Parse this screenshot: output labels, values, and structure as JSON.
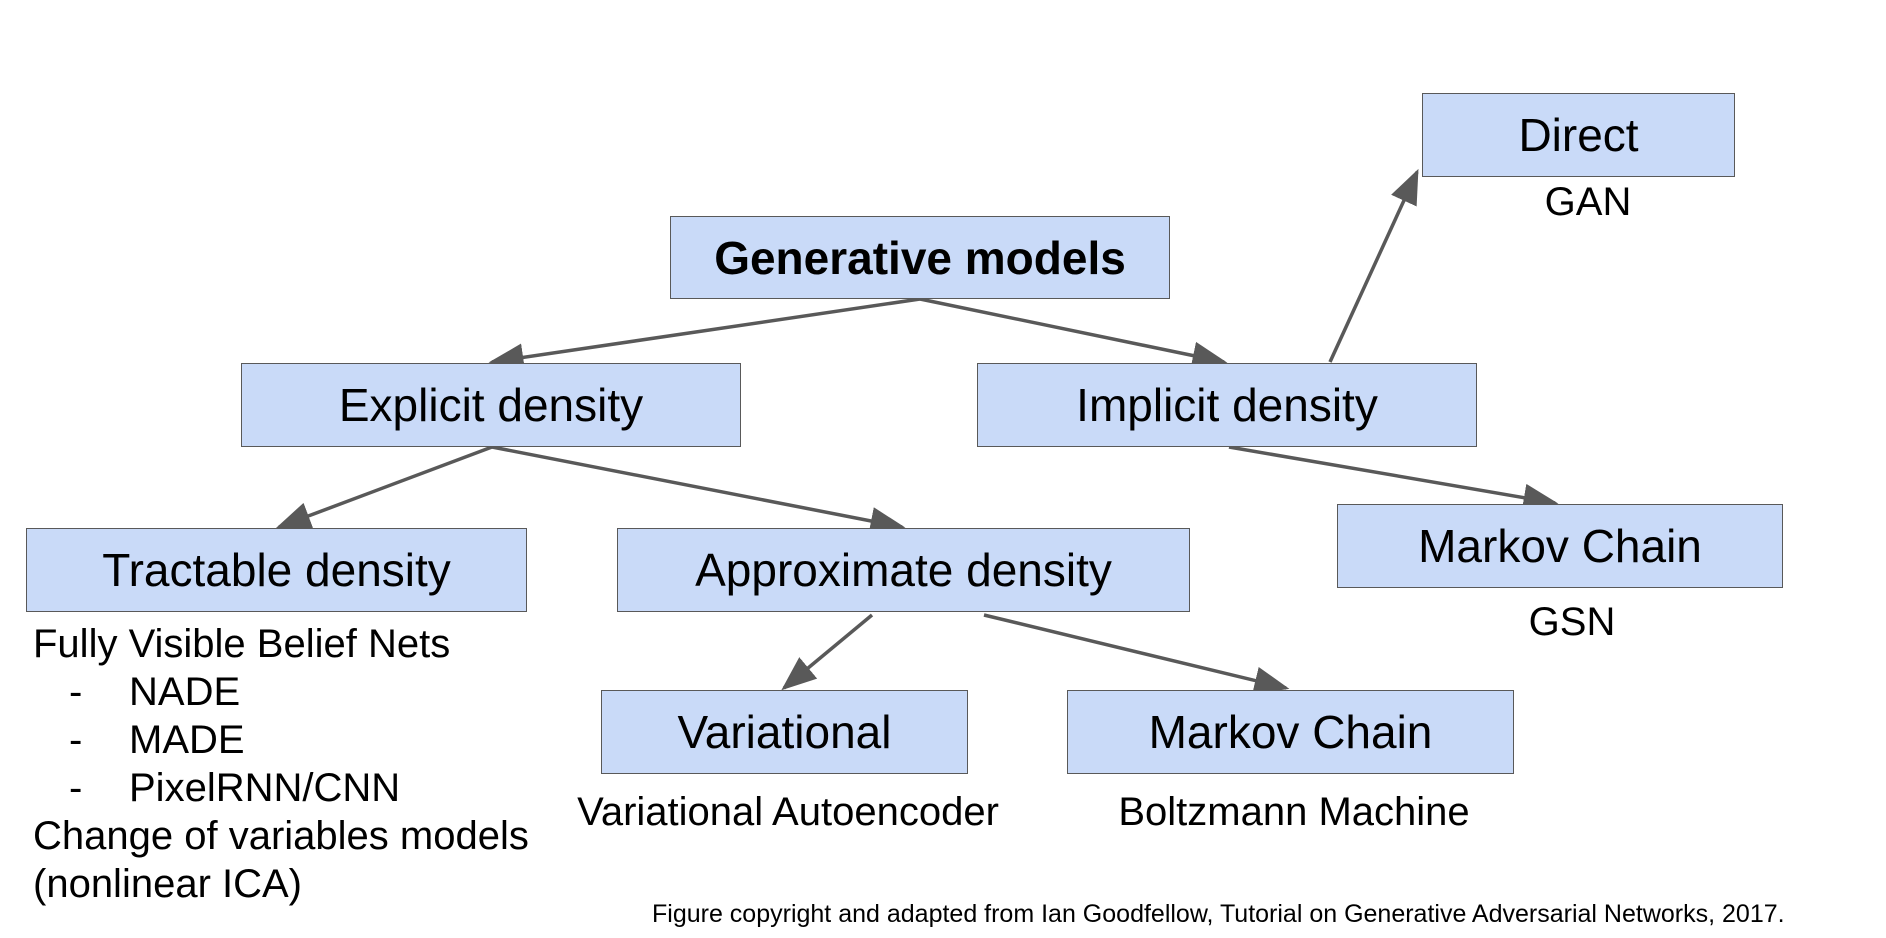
{
  "nodes": {
    "root": "Generative models",
    "explicit": "Explicit density",
    "implicit": "Implicit density",
    "direct": "Direct",
    "tractable": "Tractable density",
    "approximate": "Approximate density",
    "markov_implicit": "Markov Chain",
    "variational": "Variational",
    "markov_approx": "Markov Chain"
  },
  "labels": {
    "gan": "GAN",
    "gsn": "GSN",
    "vae": "Variational Autoencoder",
    "boltzmann": "Boltzmann Machine"
  },
  "tractable_list": {
    "heading": "Fully Visible Belief Nets",
    "bullet": "-",
    "items": [
      "NADE",
      "MADE",
      "PixelRNN/CNN"
    ],
    "line1": "Change of variables models",
    "line2": "(nonlinear ICA)"
  },
  "caption": "Figure copyright and adapted from Ian Goodfellow, Tutorial on Generative Adversarial Networks, 2017.",
  "colors": {
    "node_fill": "#c9daf8",
    "node_border": "#595959",
    "arrow": "#595959"
  }
}
